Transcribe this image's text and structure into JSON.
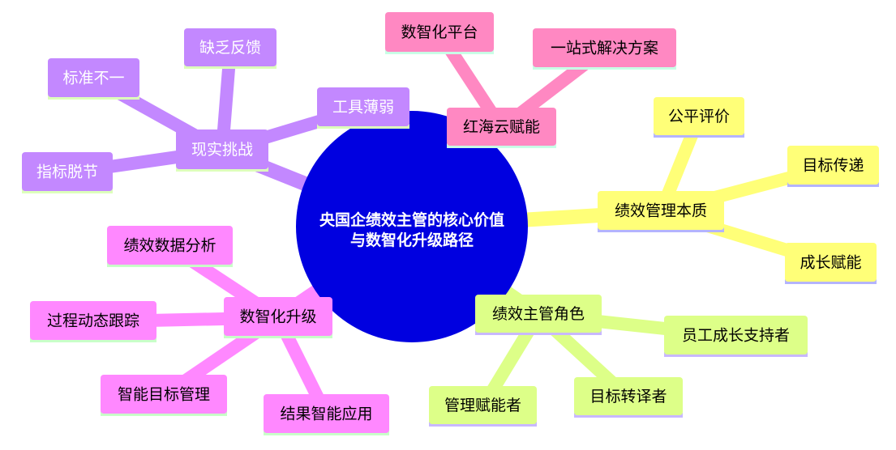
{
  "center": {
    "line1": "央国企绩效主管的核心价值",
    "line2": "与数智化升级路径",
    "color": "#0000e0"
  },
  "branches": [
    {
      "label": "红海云赋能",
      "color": "#ff88c2",
      "underline": "#c8ffe6",
      "text_color": "#000000",
      "children": [
        {
          "label": "数智化平台"
        },
        {
          "label": "一站式解决方案"
        }
      ]
    },
    {
      "label": "绩效管理本质",
      "color": "#ffff78",
      "underline": "#b4b4ff",
      "text_color": "#000000",
      "children": [
        {
          "label": "公平评价"
        },
        {
          "label": "目标传递"
        },
        {
          "label": "成长赋能"
        }
      ]
    },
    {
      "label": "绩效主管角色",
      "color": "#ddff88",
      "underline": "#c8b8ff",
      "text_color": "#000000",
      "children": [
        {
          "label": "员工成长支持者"
        },
        {
          "label": "目标转译者"
        },
        {
          "label": "管理赋能者"
        }
      ]
    },
    {
      "label": "数智化升级",
      "color": "#ff88ff",
      "underline": "#c8ffc8",
      "text_color": "#000000",
      "children": [
        {
          "label": "绩效数据分析"
        },
        {
          "label": "过程动态跟踪"
        },
        {
          "label": "智能目标管理"
        },
        {
          "label": "结果智能应用"
        }
      ]
    },
    {
      "label": "现实挑战",
      "color": "#c388ff",
      "underline": "#ddffbb",
      "text_color": "#ffffff",
      "children": [
        {
          "label": "缺乏反馈"
        },
        {
          "label": "标准不一"
        },
        {
          "label": "工具薄弱"
        },
        {
          "label": "指标脱节"
        }
      ]
    }
  ]
}
